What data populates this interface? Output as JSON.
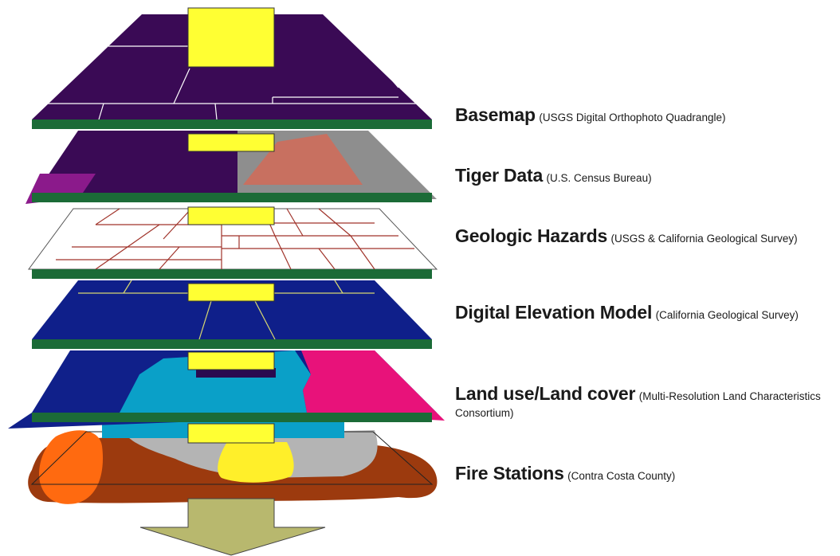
{
  "layers": [
    {
      "title": "Basemap",
      "source": "(USGS Digital Orthophoto  Quadrangle)"
    },
    {
      "title": "Tiger Data",
      "source": "(U.S. Census Bureau)"
    },
    {
      "title": "Geologic Hazards",
      "source": "(USGS & California Geological Survey)"
    },
    {
      "title": "Digital Elevation Model",
      "source": "(California Geological Survey)"
    },
    {
      "title": "Land use/Land cover",
      "source": "(Multi-Resolution Land Characteristics Consortium)"
    },
    {
      "title": "Fire Stations",
      "source": "(Contra Costa County)"
    }
  ],
  "colors": {
    "basemap": "#3a0a55",
    "layer_edge": "#1b6b37",
    "connector": "#ffff33",
    "tiger_gray": "#8e8e8e",
    "tiger_salmon": "#c87060",
    "tiger_magenta": "#8b1a8b",
    "hazards_lines": "#a0332a",
    "dem_blue": "#0f1f8a",
    "dem_lines": "#d8d870",
    "landuse_blue": "#10208a",
    "landuse_cyan": "#0aa0c8",
    "landuse_pink": "#e8127a",
    "fire_brown": "#9c3a0e",
    "fire_gray": "#b4b4b4",
    "fire_orange": "#ff6a10",
    "fire_yellow": "#ffef2a",
    "arrow": "#b8b86e"
  },
  "icons": [
    "stacked-layers-diagram",
    "down-arrow-icon"
  ]
}
